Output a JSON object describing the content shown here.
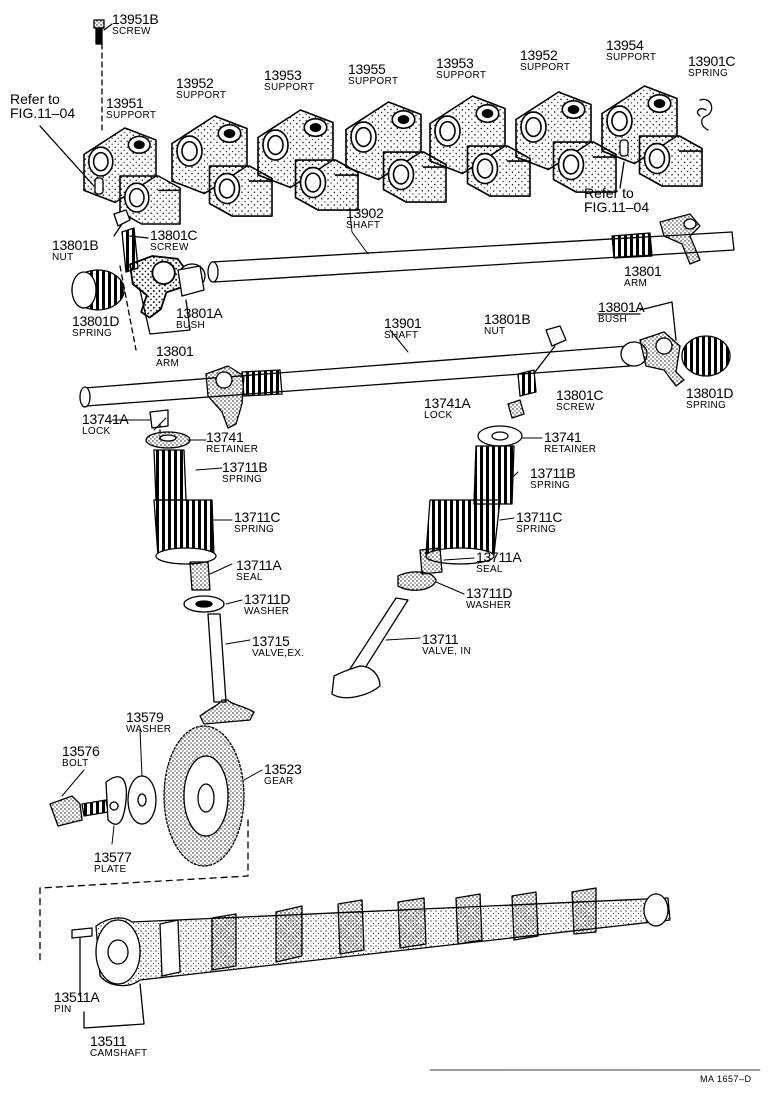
{
  "ref_text": "Refer to",
  "ref_fig": "FIG.11–04",
  "figure_code": "MA 1657–D",
  "parts": {
    "p13951B": {
      "number": "13951B",
      "name": "SCREW"
    },
    "p13951": {
      "number": "13951",
      "name": "SUPPORT"
    },
    "p13952a": {
      "number": "13952",
      "name": "SUPPORT"
    },
    "p13953a": {
      "number": "13953",
      "name": "SUPPORT"
    },
    "p13955": {
      "number": "13955",
      "name": "SUPPORT"
    },
    "p13953b": {
      "number": "13953",
      "name": "SUPPORT"
    },
    "p13952b": {
      "number": "13952",
      "name": "SUPPORT"
    },
    "p13954": {
      "number": "13954",
      "name": "SUPPORT"
    },
    "p13901C": {
      "number": "13901C",
      "name": "SPRING"
    },
    "p13801B_l": {
      "number": "13801B",
      "name": "NUT"
    },
    "p13801C_l": {
      "number": "13801C",
      "name": "SCREW"
    },
    "p13902": {
      "number": "13902",
      "name": "SHAFT"
    },
    "p13801D_l": {
      "number": "13801D",
      "name": "SPRING"
    },
    "p13801A_l": {
      "number": "13801A",
      "name": "BUSH"
    },
    "p13801_l": {
      "number": "13801",
      "name": "ARM"
    },
    "p13901": {
      "number": "13901",
      "name": "SHAFT"
    },
    "p13801B_r": {
      "number": "13801B",
      "name": "NUT"
    },
    "p13801_r": {
      "number": "13801",
      "name": "ARM"
    },
    "p13801A_r": {
      "number": "13801A",
      "name": "BUSH"
    },
    "p13801C_r": {
      "number": "13801C",
      "name": "SCREW"
    },
    "p13801D_r": {
      "number": "13801D",
      "name": "SPRING"
    },
    "p13741A_l": {
      "number": "13741A",
      "name": "LOCK"
    },
    "p13741_l": {
      "number": "13741",
      "name": "RETAINER"
    },
    "p13711B_l": {
      "number": "13711B",
      "name": "SPRING"
    },
    "p13711C_l": {
      "number": "13711C",
      "name": "SPRING"
    },
    "p13711A_l": {
      "number": "13711A",
      "name": "SEAL"
    },
    "p13711D_l": {
      "number": "13711D",
      "name": "WASHER"
    },
    "p13715": {
      "number": "13715",
      "name": "VALVE,EX."
    },
    "p13741A_r": {
      "number": "13741A",
      "name": "LOCK"
    },
    "p13741_r": {
      "number": "13741",
      "name": "RETAINER"
    },
    "p13711B_r": {
      "number": "13711B",
      "name": "SPRING"
    },
    "p13711C_r": {
      "number": "13711C",
      "name": "SPRING"
    },
    "p13711A_r": {
      "number": "13711A",
      "name": "SEAL"
    },
    "p13711D_r": {
      "number": "13711D",
      "name": "WASHER"
    },
    "p13711": {
      "number": "13711",
      "name": "VALVE, IN"
    },
    "p13579": {
      "number": "13579",
      "name": "WASHER"
    },
    "p13576": {
      "number": "13576",
      "name": "BOLT"
    },
    "p13523": {
      "number": "13523",
      "name": "GEAR"
    },
    "p13577": {
      "number": "13577",
      "name": "PLATE"
    },
    "p13511A": {
      "number": "13511A",
      "name": "PIN"
    },
    "p13511": {
      "number": "13511",
      "name": "CAMSHAFT"
    }
  }
}
